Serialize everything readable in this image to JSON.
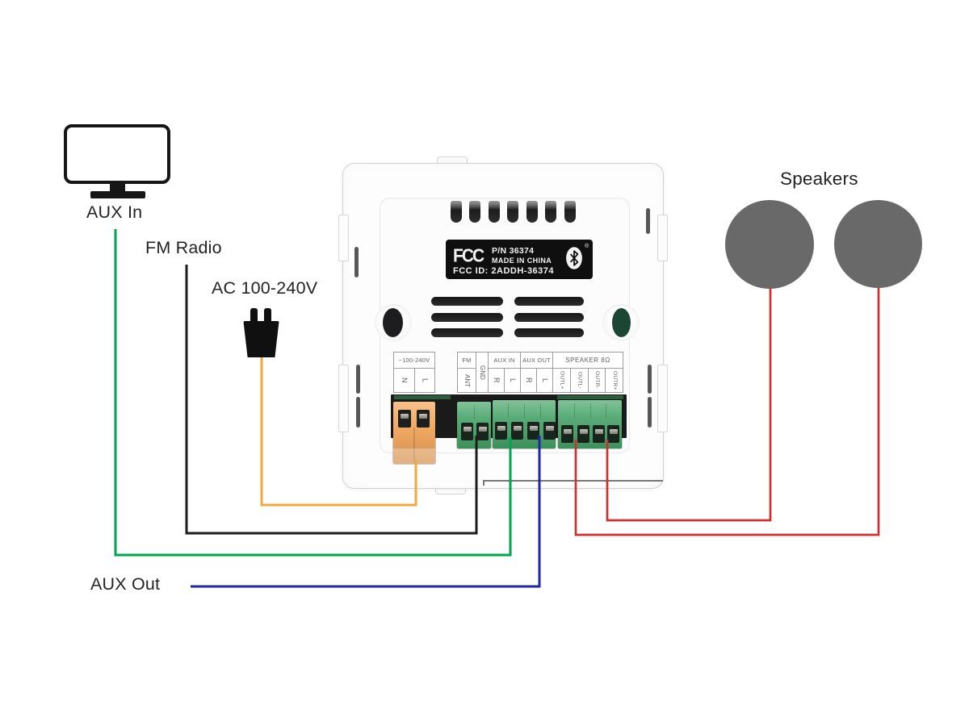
{
  "diagram_labels": {
    "aux_in": "AUX In",
    "fm_radio": "FM Radio",
    "ac_power": "AC 100-240V",
    "aux_out": "AUX Out",
    "speakers": "Speakers"
  },
  "device": {
    "fcc_label": {
      "logo": "FCC",
      "part_number": "P/N 36374",
      "origin": "MADE IN CHINA",
      "fcc_id": "FCC ID: 2ADDH-36374",
      "registered_mark": "®"
    },
    "terminal_labels": {
      "power_group": "~100-240V",
      "power_pins": [
        "N",
        "L"
      ],
      "fm_group": "FM",
      "fm_pin": "ANT",
      "gnd_pin": "GND",
      "aux_in_group": "AUX IN",
      "aux_in_pins": [
        "R",
        "L"
      ],
      "aux_out_group": "AUX OUT",
      "aux_out_pins": [
        "R",
        "L"
      ],
      "speaker_group": "SPEAKER 8Ω",
      "speaker_pins": [
        "OUTL+",
        "OUTL-",
        "OUTR-",
        "OUTR+"
      ]
    }
  },
  "colors": {
    "wire_aux_in_green": "#00a550",
    "wire_fm_black": "#1c1c1c",
    "wire_power_orange": "#f0a93e",
    "wire_aux_out_blue": "#2126a9",
    "wire_speaker_red": "#d02f2f",
    "speaker_fill": "#696969",
    "power_block_orange": "#f2a355",
    "terminal_block_green": "#46a368",
    "fcc_label_bg": "#0f0f0f"
  }
}
